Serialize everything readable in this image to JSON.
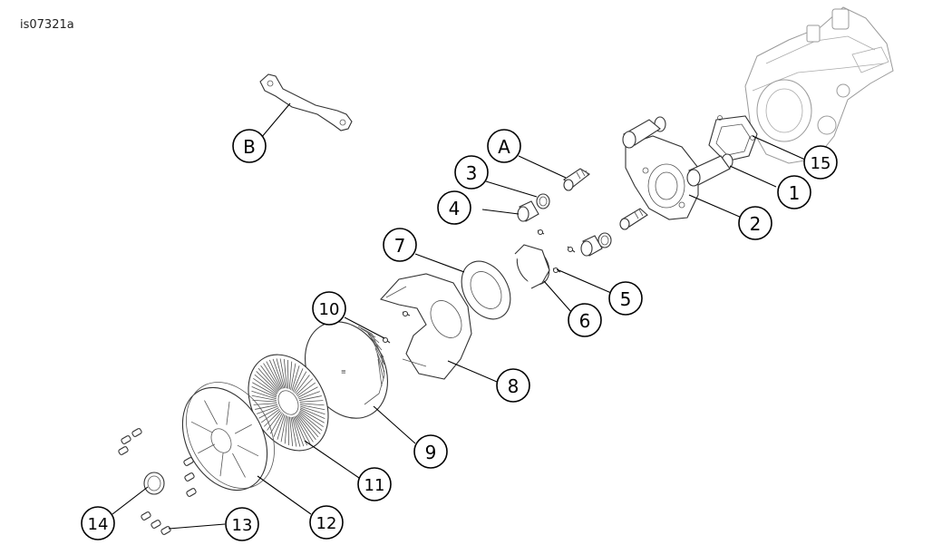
{
  "doc_id": "is07321a",
  "callouts": {
    "A": "A",
    "B": "B",
    "c1": "1",
    "c2": "2",
    "c3": "3",
    "c4": "4",
    "c5": "5",
    "c6": "6",
    "c7": "7",
    "c8": "8",
    "c9": "9",
    "c10": "10",
    "c11": "11",
    "c12": "12",
    "c13": "13",
    "c14": "14",
    "c15": "15"
  }
}
